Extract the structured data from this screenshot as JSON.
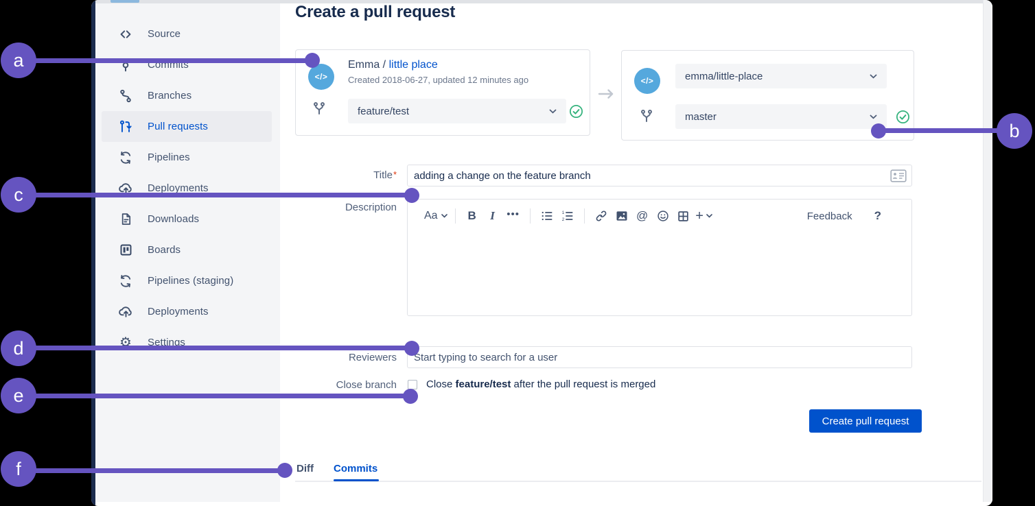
{
  "header": {
    "title": "Create a pull request"
  },
  "sidebar": {
    "items": [
      {
        "label": "Source",
        "active": false
      },
      {
        "label": "Commits",
        "active": false
      },
      {
        "label": "Branches",
        "active": false
      },
      {
        "label": "Pull requests",
        "active": true
      },
      {
        "label": "Pipelines",
        "active": false
      },
      {
        "label": "Deployments",
        "active": false
      },
      {
        "label": "Downloads",
        "active": false
      },
      {
        "label": "Boards",
        "active": false
      },
      {
        "label": "Pipelines (staging)",
        "active": false
      },
      {
        "label": "Deployments",
        "active": false
      },
      {
        "label": "Settings",
        "active": false
      }
    ]
  },
  "source_card": {
    "avatar_icon": "</>",
    "owner": "Emma",
    "separator": " / ",
    "repo_link": "little place",
    "meta": "Created 2018-06-27, updated 12 minutes ago",
    "branch_selected": "feature/test"
  },
  "destination_card": {
    "avatar_icon": "</>",
    "repo_selected": "emma/little-place",
    "branch_selected": "master"
  },
  "form": {
    "title_label": "Title",
    "required_mark": "*",
    "title_value": "adding a change on the feature branch",
    "description_label": "Description",
    "reviewers_label": "Reviewers",
    "reviewers_placeholder": "Start typing to search for a user",
    "close_branch_label": "Close branch",
    "close_prefix": "Close ",
    "close_branch_name": "feature/test",
    "close_suffix": " after the pull request is merged",
    "submit_label": "Create pull request"
  },
  "editor": {
    "toolbar": {
      "text_style": "Aa",
      "bold": "B",
      "italic": "I",
      "more": "•••",
      "at": "@",
      "plus": "+",
      "feedback": "Feedback",
      "help": "?"
    }
  },
  "tabs": [
    {
      "label": "Diff",
      "active": false
    },
    {
      "label": "Commits",
      "active": true
    }
  ],
  "annotations": {
    "items": [
      {
        "label": "a"
      },
      {
        "label": "b"
      },
      {
        "label": "c"
      },
      {
        "label": "d"
      },
      {
        "label": "e"
      },
      {
        "label": "f"
      }
    ]
  },
  "colors": {
    "annotation_purple": "#6554C0",
    "link_blue": "#0052CC",
    "success_green": "#36B37E",
    "avatar_blue": "#55a8dd"
  }
}
